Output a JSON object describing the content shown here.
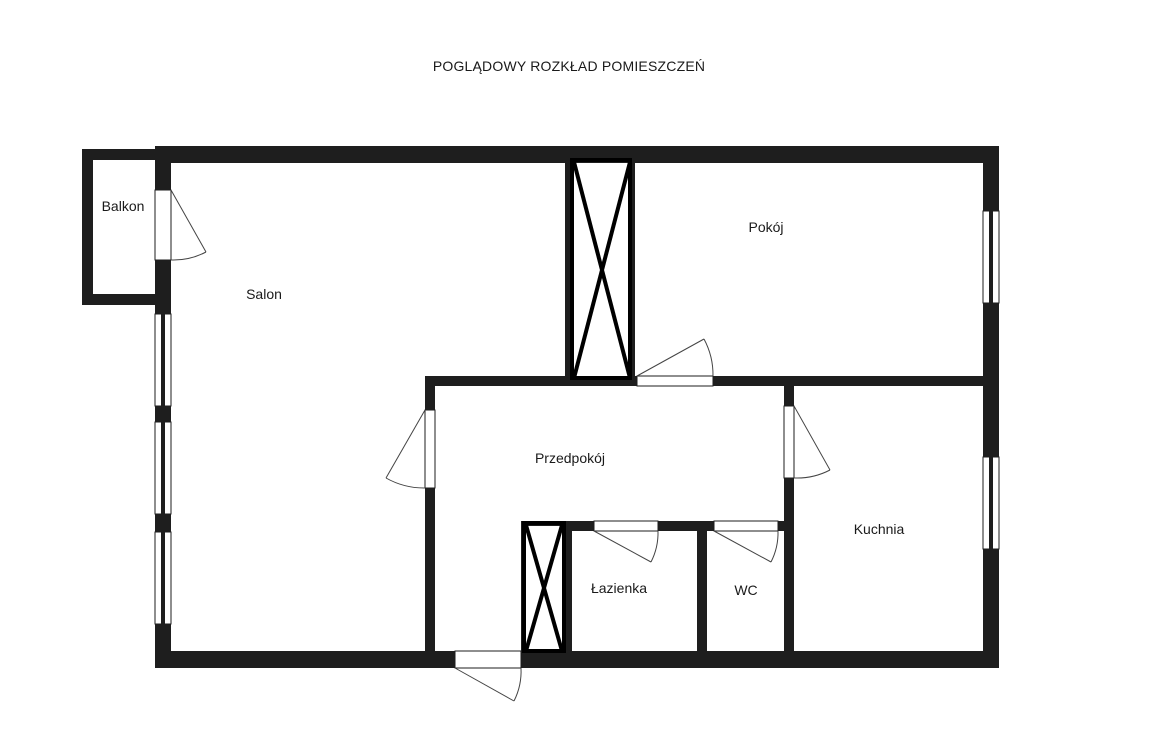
{
  "title": "POGLĄDOWY ROZKŁAD POMIESZCZEŃ",
  "rooms": {
    "balkon": "Balkon",
    "salon": "Salon",
    "pokoj": "Pokój",
    "przedpokoj": "Przedpokój",
    "kuchnia": "Kuchnia",
    "lazienka": "Łazienka",
    "wc": "WC"
  },
  "colors": {
    "wall": "#1e1e1e",
    "background": "#ffffff",
    "door_line": "#555555"
  }
}
